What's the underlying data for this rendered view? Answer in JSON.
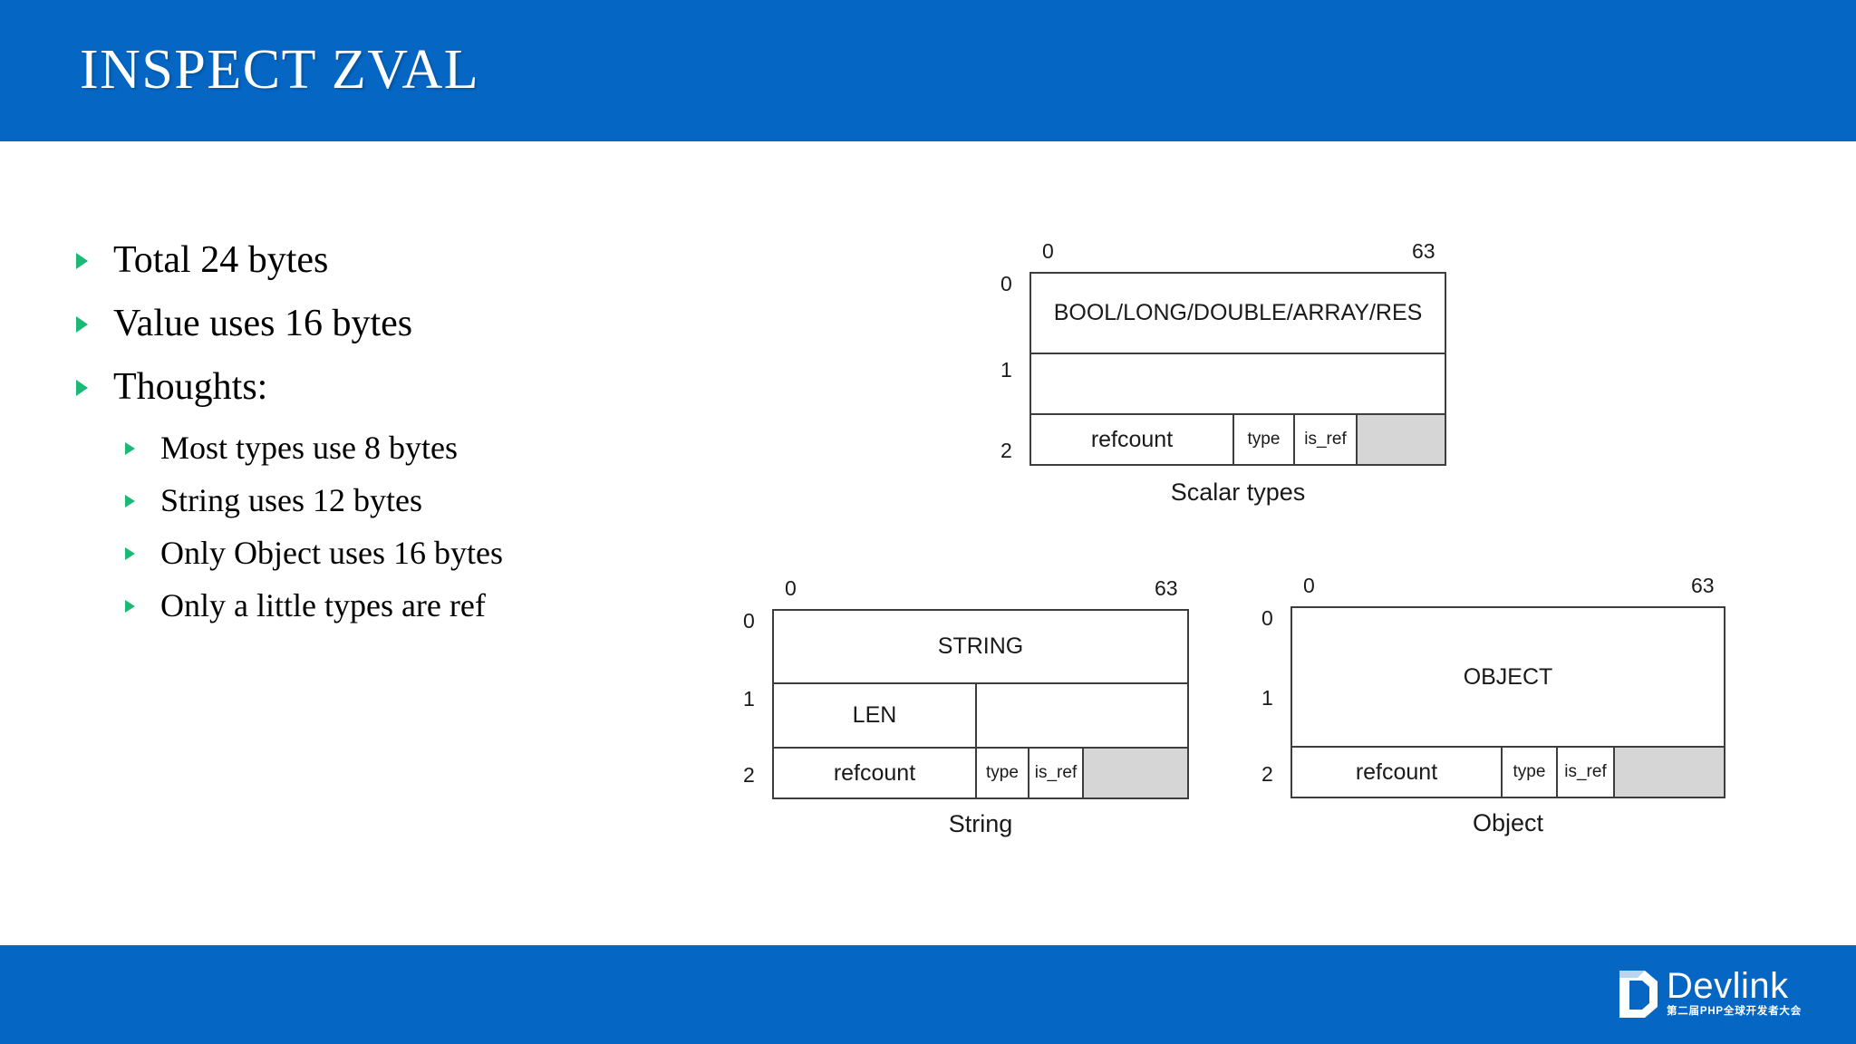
{
  "theme": {
    "brand_blue": "#0566c3",
    "bullet_green": "#1aba76",
    "cell_gray": "#d6d6d6",
    "border_dark": "#3d3d3d"
  },
  "header": {
    "title": "INSPECT ZVAL"
  },
  "footer": {
    "logo_word": "Devlink",
    "logo_sub": "第二届PHP全球开发者大会"
  },
  "bullets": [
    {
      "level": 1,
      "text": "Total 24 bytes"
    },
    {
      "level": 1,
      "text": "Value uses 16 bytes"
    },
    {
      "level": 1,
      "text": "Thoughts:"
    },
    {
      "level": 2,
      "text": "Most types use 8 bytes"
    },
    {
      "level": 2,
      "text": "String uses 12 bytes"
    },
    {
      "level": 2,
      "text": "Only Object uses 16 bytes"
    },
    {
      "level": 2,
      "text": "Only a little types are ref"
    }
  ],
  "diagrams": {
    "scalar": {
      "caption": "Scalar types",
      "bit_start": "0",
      "bit_end": "63",
      "row_labels": [
        "0",
        "1",
        "2"
      ],
      "value_label": "BOOL/LONG/DOUBLE/ARRAY/RES",
      "refcount_label": "refcount",
      "type_label": "type",
      "is_ref_label": "is_ref"
    },
    "string": {
      "caption": "String",
      "bit_start": "0",
      "bit_end": "63",
      "row_labels": [
        "0",
        "1",
        "2"
      ],
      "value_label": "STRING",
      "len_label": "LEN",
      "refcount_label": "refcount",
      "type_label": "type",
      "is_ref_label": "is_ref"
    },
    "object": {
      "caption": "Object",
      "bit_start": "0",
      "bit_end": "63",
      "row_labels": [
        "0",
        "1",
        "2"
      ],
      "value_label": "OBJECT",
      "refcount_label": "refcount",
      "type_label": "type",
      "is_ref_label": "is_ref"
    }
  }
}
